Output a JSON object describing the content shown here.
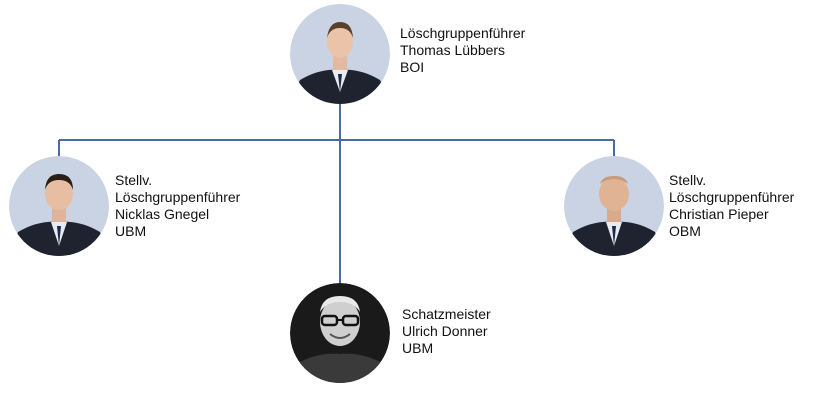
{
  "colors": {
    "connector": "#4a6aa0",
    "photo_background_light": "#c9d3e4",
    "photo_background_dark": "#1a1a1a",
    "uniform": "#1f2330",
    "text": "#111111"
  },
  "members": [
    {
      "id": "leader",
      "photo": "portrait-photo",
      "lines": [
        "Löschgruppenführer",
        "Thomas Lübbers",
        "BOI"
      ]
    },
    {
      "id": "deputy-left",
      "photo": "portrait-photo",
      "lines": [
        "Stellv.",
        "Löschgruppenführer",
        "Nicklas Gnegel",
        "UBM"
      ]
    },
    {
      "id": "deputy-right",
      "photo": "portrait-photo",
      "lines": [
        "Stellv.",
        "Löschgruppenführer",
        "Christian Pieper",
        "OBM"
      ]
    },
    {
      "id": "treasurer",
      "photo": "portrait-photo",
      "lines": [
        "Schatzmeister",
        "Ulrich Donner",
        "UBM"
      ]
    }
  ]
}
